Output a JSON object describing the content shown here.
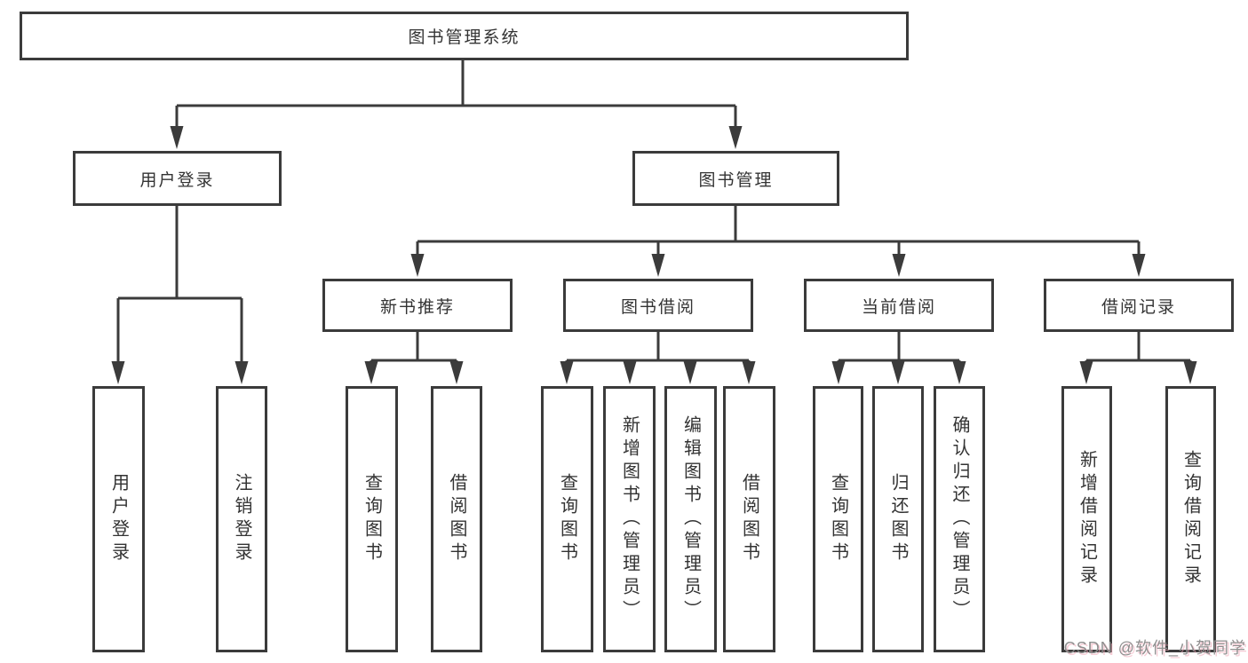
{
  "diagram": {
    "root": {
      "label": "图书管理系统"
    },
    "level2": [
      {
        "label": "用户登录"
      },
      {
        "label": "图书管理"
      }
    ],
    "level3": [
      {
        "label": "新书推荐"
      },
      {
        "label": "图书借阅"
      },
      {
        "label": "当前借阅"
      },
      {
        "label": "借阅记录"
      }
    ],
    "leaves": {
      "user_login": [
        "用户登录",
        "注销登录"
      ],
      "new_books": [
        "查询图书",
        "借阅图书"
      ],
      "book_borrow": [
        "查询图书",
        "新增图书（管理员）",
        "编辑图书（管理员）",
        "借阅图书"
      ],
      "current_borrow": [
        "查询图书",
        "归还图书",
        "确认归还（管理员）"
      ],
      "borrow_records": [
        "新增借阅记录",
        "查询借阅记录"
      ]
    },
    "line_color": "#3b3b3b",
    "text_color": "#333333"
  },
  "watermark": {
    "text": "CSDN @软件_小贺同学"
  }
}
